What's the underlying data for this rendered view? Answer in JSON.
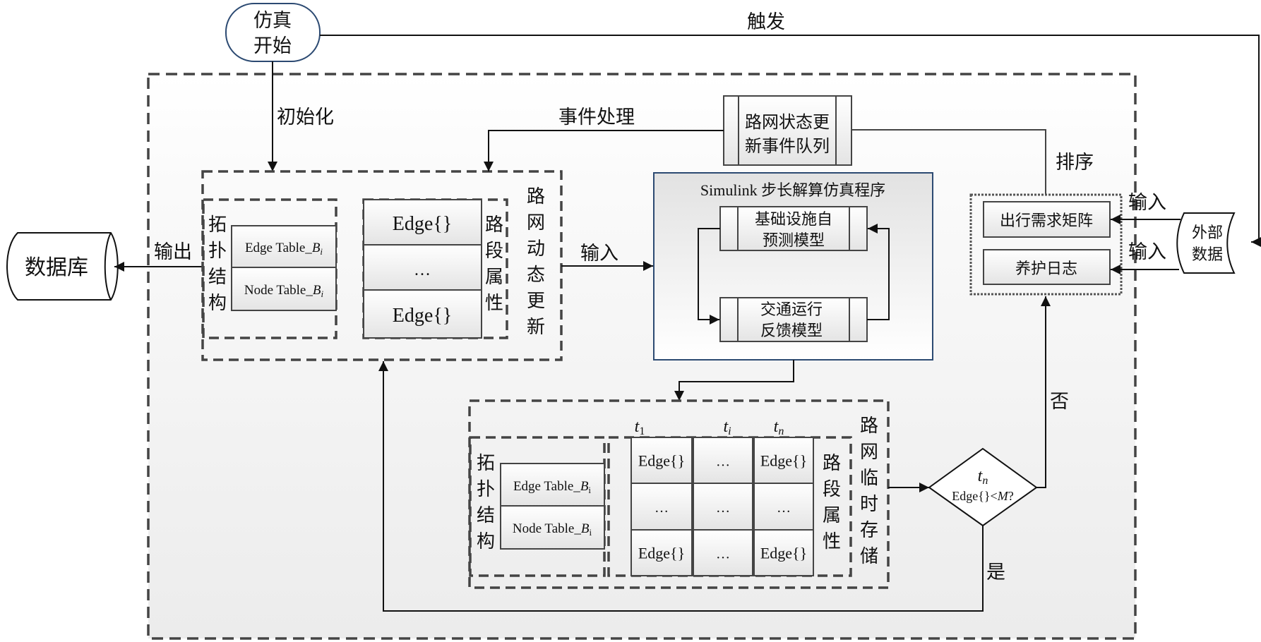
{
  "start": {
    "label_line1": "仿真",
    "label_line2": "开始"
  },
  "edges": {
    "trigger": "触发",
    "init": "初始化",
    "event_processing": "事件处理",
    "output": "输出",
    "input_sim": "输入",
    "sort": "排序",
    "input_demand": "输入",
    "input_log": "输入",
    "no": "否",
    "yes": "是"
  },
  "database": {
    "label": "数据库"
  },
  "event_queue": {
    "line1": "路网状态更",
    "line2": "新事件队列"
  },
  "dynamic_update": {
    "title_chars": [
      "路",
      "网",
      "动",
      "态",
      "更",
      "新"
    ],
    "topology": {
      "title_chars": [
        "拓",
        "扑",
        "结",
        "构"
      ],
      "rows": [
        {
          "text": "Edge Table_",
          "sym": "B",
          "sub": "i"
        },
        {
          "text": "Node Table_",
          "sym": "B",
          "sub": "i"
        }
      ]
    },
    "segment_attr": {
      "title_chars": [
        "路",
        "段",
        "属",
        "性"
      ],
      "rows": [
        "Edge{}",
        "…",
        "Edge{}"
      ]
    }
  },
  "simulink": {
    "title": "Simulink 步长解算仿真程序",
    "model1": {
      "line1": "基础设施自",
      "line2": "预测模型"
    },
    "model2": {
      "line1": "交通运行",
      "line2": "反馈模型"
    }
  },
  "temp_storage": {
    "title_chars": [
      "路",
      "网",
      "临",
      "时",
      "存",
      "储"
    ],
    "topology": {
      "title_chars": [
        "拓",
        "扑",
        "结",
        "构"
      ],
      "rows": [
        {
          "text": "Edge Table_",
          "sym": "B",
          "sub": "i"
        },
        {
          "text": "Node Table_",
          "sym": "B",
          "sub": "i"
        }
      ]
    },
    "segment_attr": {
      "title_chars": [
        "路",
        "段",
        "属",
        "性"
      ],
      "columns": [
        {
          "sym": "t",
          "sub": "1"
        },
        {
          "sym": "t",
          "sub": "i"
        },
        {
          "sym": "t",
          "sub": "n"
        }
      ],
      "cells": [
        [
          "Edge{}",
          "…",
          "Edge{}"
        ],
        [
          "…",
          "…",
          "…"
        ],
        [
          "Edge{}",
          "…",
          "Edge{}"
        ]
      ]
    }
  },
  "decision": {
    "sym": "t",
    "sub": "n",
    "text": "Edge{}<",
    "var": "M",
    "q": "?"
  },
  "inputs_group": {
    "demand_matrix": "出行需求矩阵",
    "maintenance_log": "养护日志"
  },
  "external_data": {
    "line1": "外部",
    "line2": "数据"
  }
}
